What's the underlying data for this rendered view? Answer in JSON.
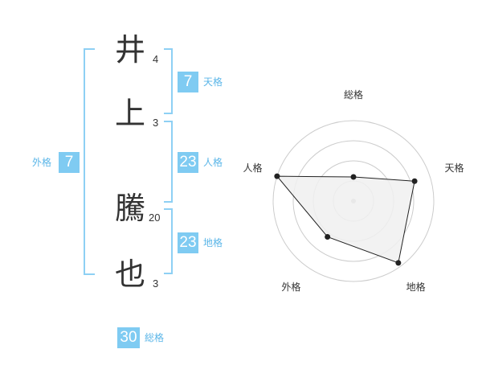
{
  "name": {
    "chars": [
      {
        "char": "井",
        "strokes": "4"
      },
      {
        "char": "上",
        "strokes": "3"
      },
      {
        "char": "騰",
        "strokes": "20"
      },
      {
        "char": "也",
        "strokes": "3"
      }
    ]
  },
  "fortunes": {
    "tenkaku": {
      "value": "7",
      "label": "天格"
    },
    "jinkaku": {
      "value": "23",
      "label": "人格"
    },
    "chikaku": {
      "value": "23",
      "label": "地格"
    },
    "gaikaku": {
      "value": "7",
      "label": "外格"
    },
    "soukaku": {
      "value": "30",
      "label": "総格"
    }
  },
  "chart_data": {
    "type": "radar",
    "axes": [
      "総格",
      "天格",
      "地格",
      "外格",
      "人格"
    ],
    "values": [
      0.3,
      0.8,
      0.95,
      0.55,
      1.0
    ],
    "range": [
      0,
      1
    ],
    "rings": 4,
    "colors": {
      "fill": "#f0f0f0",
      "line": "#222222",
      "ring": "#cccccc",
      "center": "#bbbbbb"
    }
  }
}
